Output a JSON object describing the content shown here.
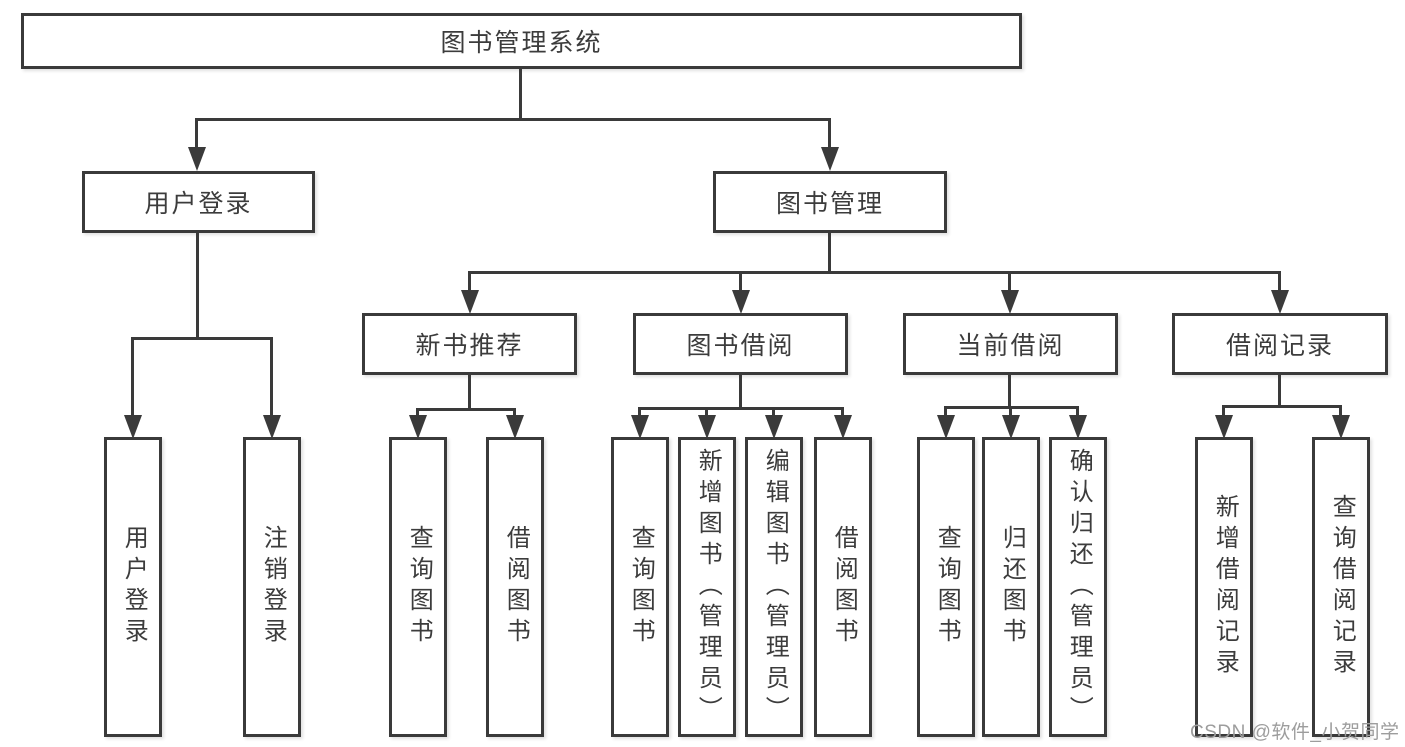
{
  "tree": {
    "label": "图书管理系统",
    "children": [
      {
        "label": "用户登录",
        "children": [
          {
            "label": "用户登录"
          },
          {
            "label": "注销登录"
          }
        ]
      },
      {
        "label": "图书管理",
        "children": [
          {
            "label": "新书推荐",
            "children": [
              {
                "label": "查询图书"
              },
              {
                "label": "借阅图书"
              }
            ]
          },
          {
            "label": "图书借阅",
            "children": [
              {
                "label": "查询图书"
              },
              {
                "label": "新增图书（管理员）"
              },
              {
                "label": "编辑图书（管理员）"
              },
              {
                "label": "借阅图书"
              }
            ]
          },
          {
            "label": "当前借阅",
            "children": [
              {
                "label": "查询图书"
              },
              {
                "label": "归还图书"
              },
              {
                "label": "确认归还（管理员）"
              }
            ]
          },
          {
            "label": "借阅记录",
            "children": [
              {
                "label": "新增借阅记录"
              },
              {
                "label": "查询借阅记录"
              }
            ]
          }
        ]
      }
    ]
  },
  "watermark": {
    "text": "CSDN @软件_小贺同学"
  },
  "colors": {
    "line": "#3a3a3a",
    "text": "#3c3c3c",
    "watermark": "#9d9d9d"
  }
}
